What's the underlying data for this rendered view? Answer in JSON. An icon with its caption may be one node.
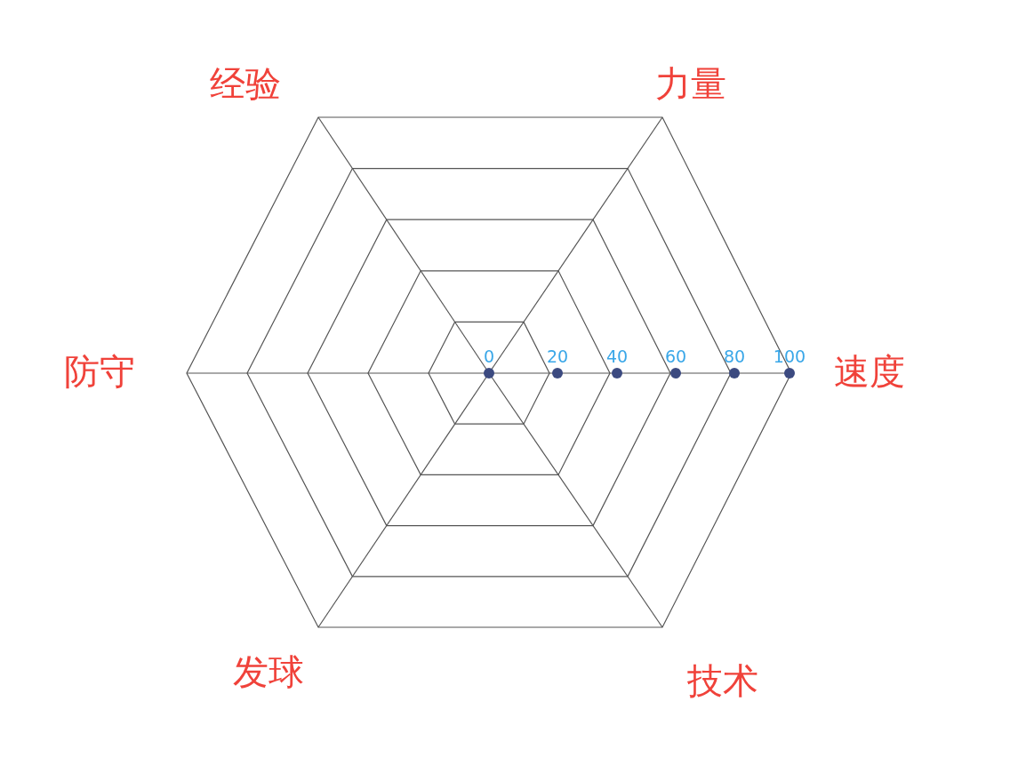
{
  "diagram": {
    "labels": [
      "经验",
      "力量",
      "防守",
      "0",
      "20",
      "40",
      "60",
      "80",
      "100",
      "速度",
      "发球",
      "技术"
    ]
  }
}
